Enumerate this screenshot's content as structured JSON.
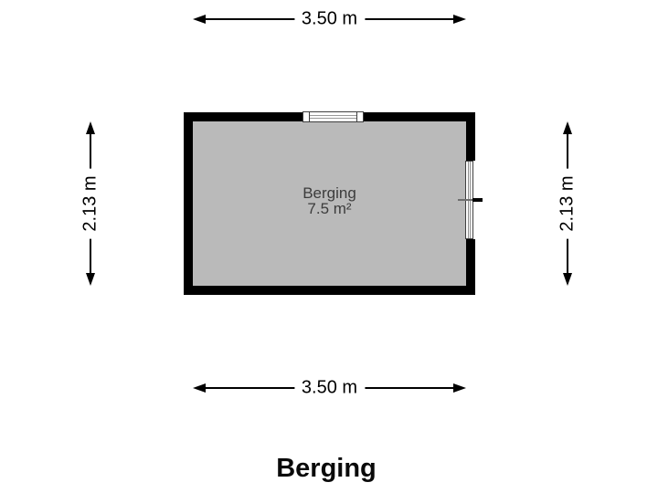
{
  "floorplan": {
    "title": "Berging",
    "room": {
      "name": "Berging",
      "area": "7.5 m²"
    },
    "dimensions": {
      "top": "3.50 m",
      "bottom": "3.50 m",
      "left": "2.13 m",
      "right": "2.13 m"
    },
    "features": {
      "window_top": "window",
      "door_right": "door"
    },
    "colors": {
      "wall": "#000000",
      "floor": "#bababa",
      "room_text": "#3c3c3c",
      "dimension_text": "#000000",
      "label_background": "#ffffff"
    }
  }
}
